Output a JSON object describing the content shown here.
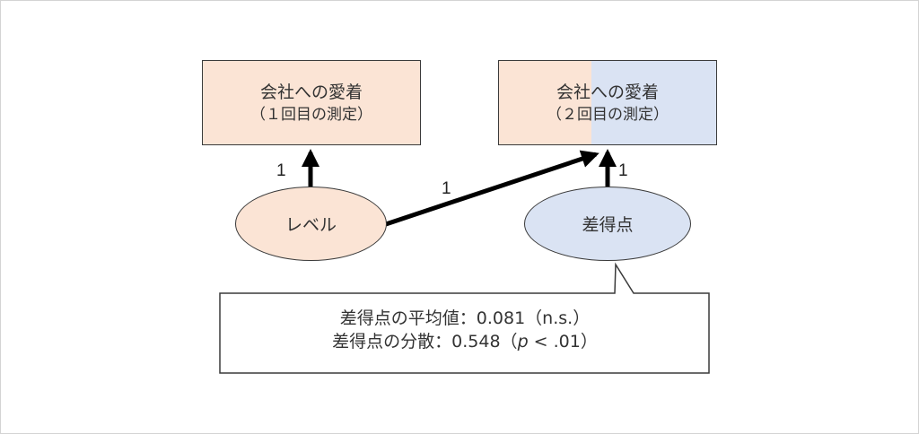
{
  "box1": {
    "line1": "会社への愛着",
    "line2": "（１回目の測定）"
  },
  "box2": {
    "line1": "会社への愛着",
    "line2": "（２回目の測定）"
  },
  "ellipse_level": {
    "label": "レベル"
  },
  "ellipse_diff": {
    "label": "差得点"
  },
  "path_labels": {
    "level_to_t1": "1",
    "level_to_t2": "1",
    "diff_to_t2": "1"
  },
  "callout": {
    "line1": "差得点の平均値：0.081（n.s.）",
    "line2_prefix": "差得点の分散：0.548（",
    "line2_p": "p",
    "line2_suffix": " < .01）"
  },
  "colors": {
    "peach": "#fbe4d5",
    "blue": "#dae3f3",
    "border": "#3a3a3a",
    "arrow": "#000000"
  }
}
